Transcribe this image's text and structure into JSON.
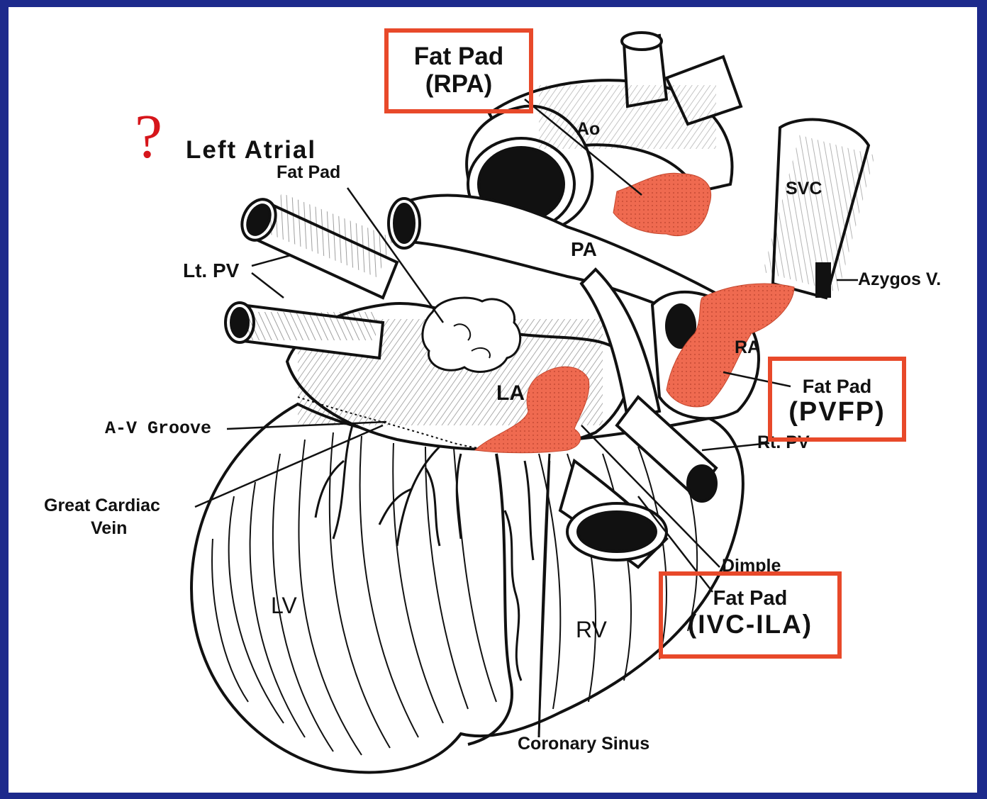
{
  "colors": {
    "frame": "#1d2a8c",
    "panel": "#ffffff",
    "fat_pad": "#ef6a50",
    "box": "#e8492a",
    "ink": "#111111",
    "question": "#d6161b"
  },
  "question_mark": "?",
  "labels": {
    "left_atrial": "Left Atrial",
    "fat_pad": "Fat Pad",
    "lt_pv": "Lt. PV",
    "ao": "Ao",
    "svc": "SVC",
    "pa": "PA",
    "azygos": "Azygos V.",
    "ra": "RA",
    "la": "LA",
    "av_groove": "A-V Groove",
    "rt_pv": "Rt. PV",
    "great_cardiac_vein_1": "Great Cardiac",
    "great_cardiac_vein_2": "Vein",
    "dimple": "Dimple",
    "lv": "LV",
    "rv": "RV",
    "coronary_sinus": "Coronary Sinus"
  },
  "boxes": {
    "rpa": {
      "line1": "Fat Pad",
      "line2": "(RPA)"
    },
    "pvfp": {
      "line1": "Fat Pad",
      "line2": "(PVFP)"
    },
    "ivc_ila": {
      "line1": "Fat Pad",
      "line2": "(IVC-ILA)"
    }
  },
  "icons": [
    "heart-illustration",
    "question-mark-icon"
  ]
}
